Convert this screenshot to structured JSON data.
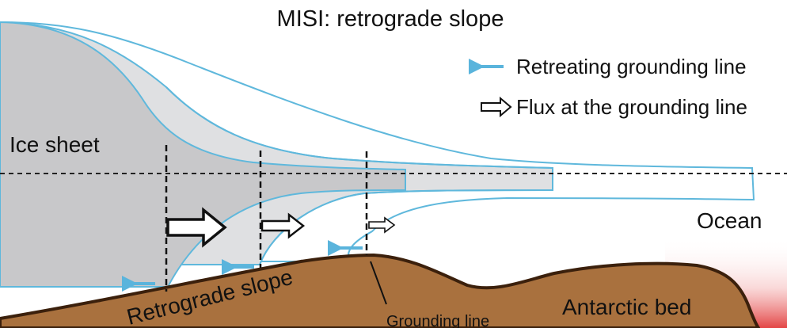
{
  "title": "MISI: retrograde slope",
  "legend": {
    "retreating_label": "Retreating grounding line",
    "flux_label": "Flux at the grounding line"
  },
  "labels": {
    "ice_sheet": "Ice sheet",
    "ocean": "Ocean",
    "retrograde_slope": "Retrograde slope",
    "grounding_line": "Grounding line",
    "antarctic_bed": "Antarctic bed"
  },
  "colors": {
    "ice_dark": "#c8c8ca",
    "ice_light": "#dfe0e2",
    "ice_outline": "#5fb8dc",
    "retreat_arrow": "#5ab4dc",
    "bed_fill": "#a9713e",
    "bed_outline": "#3b200c",
    "ocean_glow": "#e23b3b"
  }
}
